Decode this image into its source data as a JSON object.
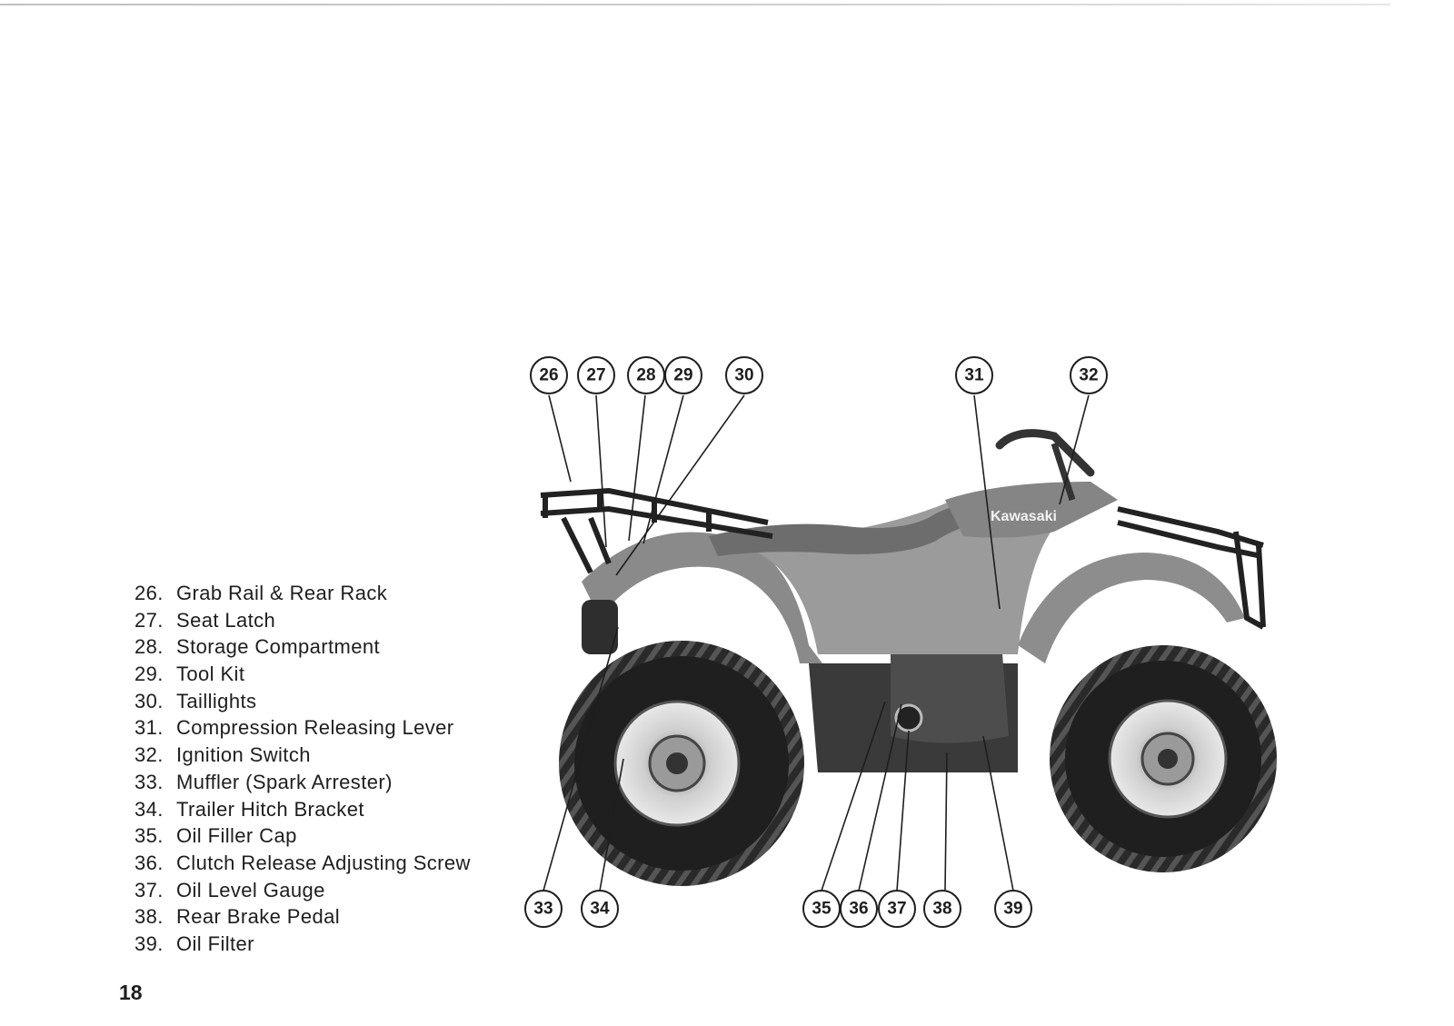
{
  "page_number": "18",
  "legend": [
    {
      "num": "26.",
      "label": "Grab Rail & Rear Rack"
    },
    {
      "num": "27.",
      "label": "Seat Latch"
    },
    {
      "num": "28.",
      "label": "Storage Compartment"
    },
    {
      "num": "29.",
      "label": "Tool Kit"
    },
    {
      "num": "30.",
      "label": "Taillights"
    },
    {
      "num": "31.",
      "label": "Compression Releasing Lever"
    },
    {
      "num": "32.",
      "label": "Ignition Switch"
    },
    {
      "num": "33.",
      "label": "Muffler (Spark Arrester)"
    },
    {
      "num": "34.",
      "label": "Trailer Hitch Bracket"
    },
    {
      "num": "35.",
      "label": "Oil Filler Cap"
    },
    {
      "num": "36.",
      "label": "Clutch Release Adjusting Screw"
    },
    {
      "num": "37.",
      "label": "Oil Level Gauge"
    },
    {
      "num": "38.",
      "label": "Rear Brake Pedal"
    },
    {
      "num": "39.",
      "label": "Oil Filter"
    }
  ],
  "figure": {
    "brand_decal": "Kawasaki",
    "callouts": [
      "26",
      "27",
      "28",
      "29",
      "30",
      "31",
      "32",
      "33",
      "34",
      "35",
      "36",
      "37",
      "38",
      "39"
    ]
  }
}
